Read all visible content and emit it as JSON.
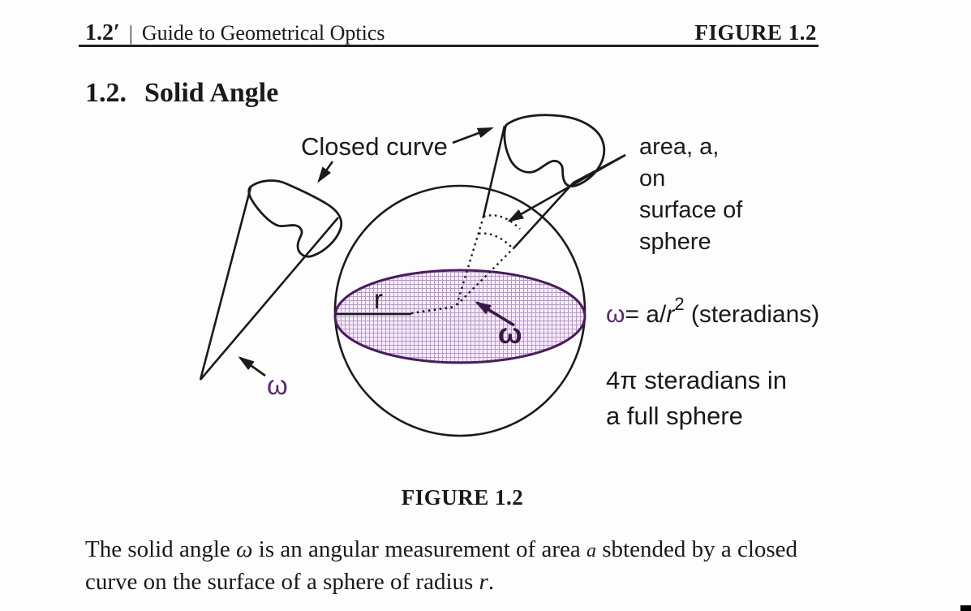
{
  "colors": {
    "ink": "#1a1a1a",
    "purple": "#5c2870",
    "purple_dark": "#3b1747",
    "ellipse_stroke": "#4a1d5e",
    "grid_line": "#bb97ca",
    "grid_bg": "#f5eef9",
    "rule": "#1f1f1f",
    "background": "#fdfdfd"
  },
  "header": {
    "section_number": "1.2′",
    "separator": "|",
    "book_title": "Guide to Geometrical Optics",
    "figure_ref": "FIGURE 1.2"
  },
  "section": {
    "number": "1.2.",
    "title": "Solid Angle"
  },
  "figure": {
    "labels": {
      "closed_curve": "Closed curve",
      "area": "area,  a,\non\nsurface of\nsphere",
      "radius": "r",
      "omega_center": "ω",
      "omega_left": "ω",
      "formula": {
        "omega": "ω",
        "equals": "= a/",
        "r": "r",
        "exponent": "2",
        "unit": " (steradians)"
      },
      "full_sphere": "4π steradians in\na full sphere"
    },
    "caption": "FIGURE 1.2"
  },
  "body_text": {
    "line1_pre": "The solid angle ",
    "omega": "ω",
    "line1_mid": " is an angular measurement of area ",
    "a": "a",
    "line1_post": " sbtended by a closed",
    "line2_pre": "curve on the surface of a sphere of radius ",
    "r": "r",
    "line2_post": "."
  }
}
